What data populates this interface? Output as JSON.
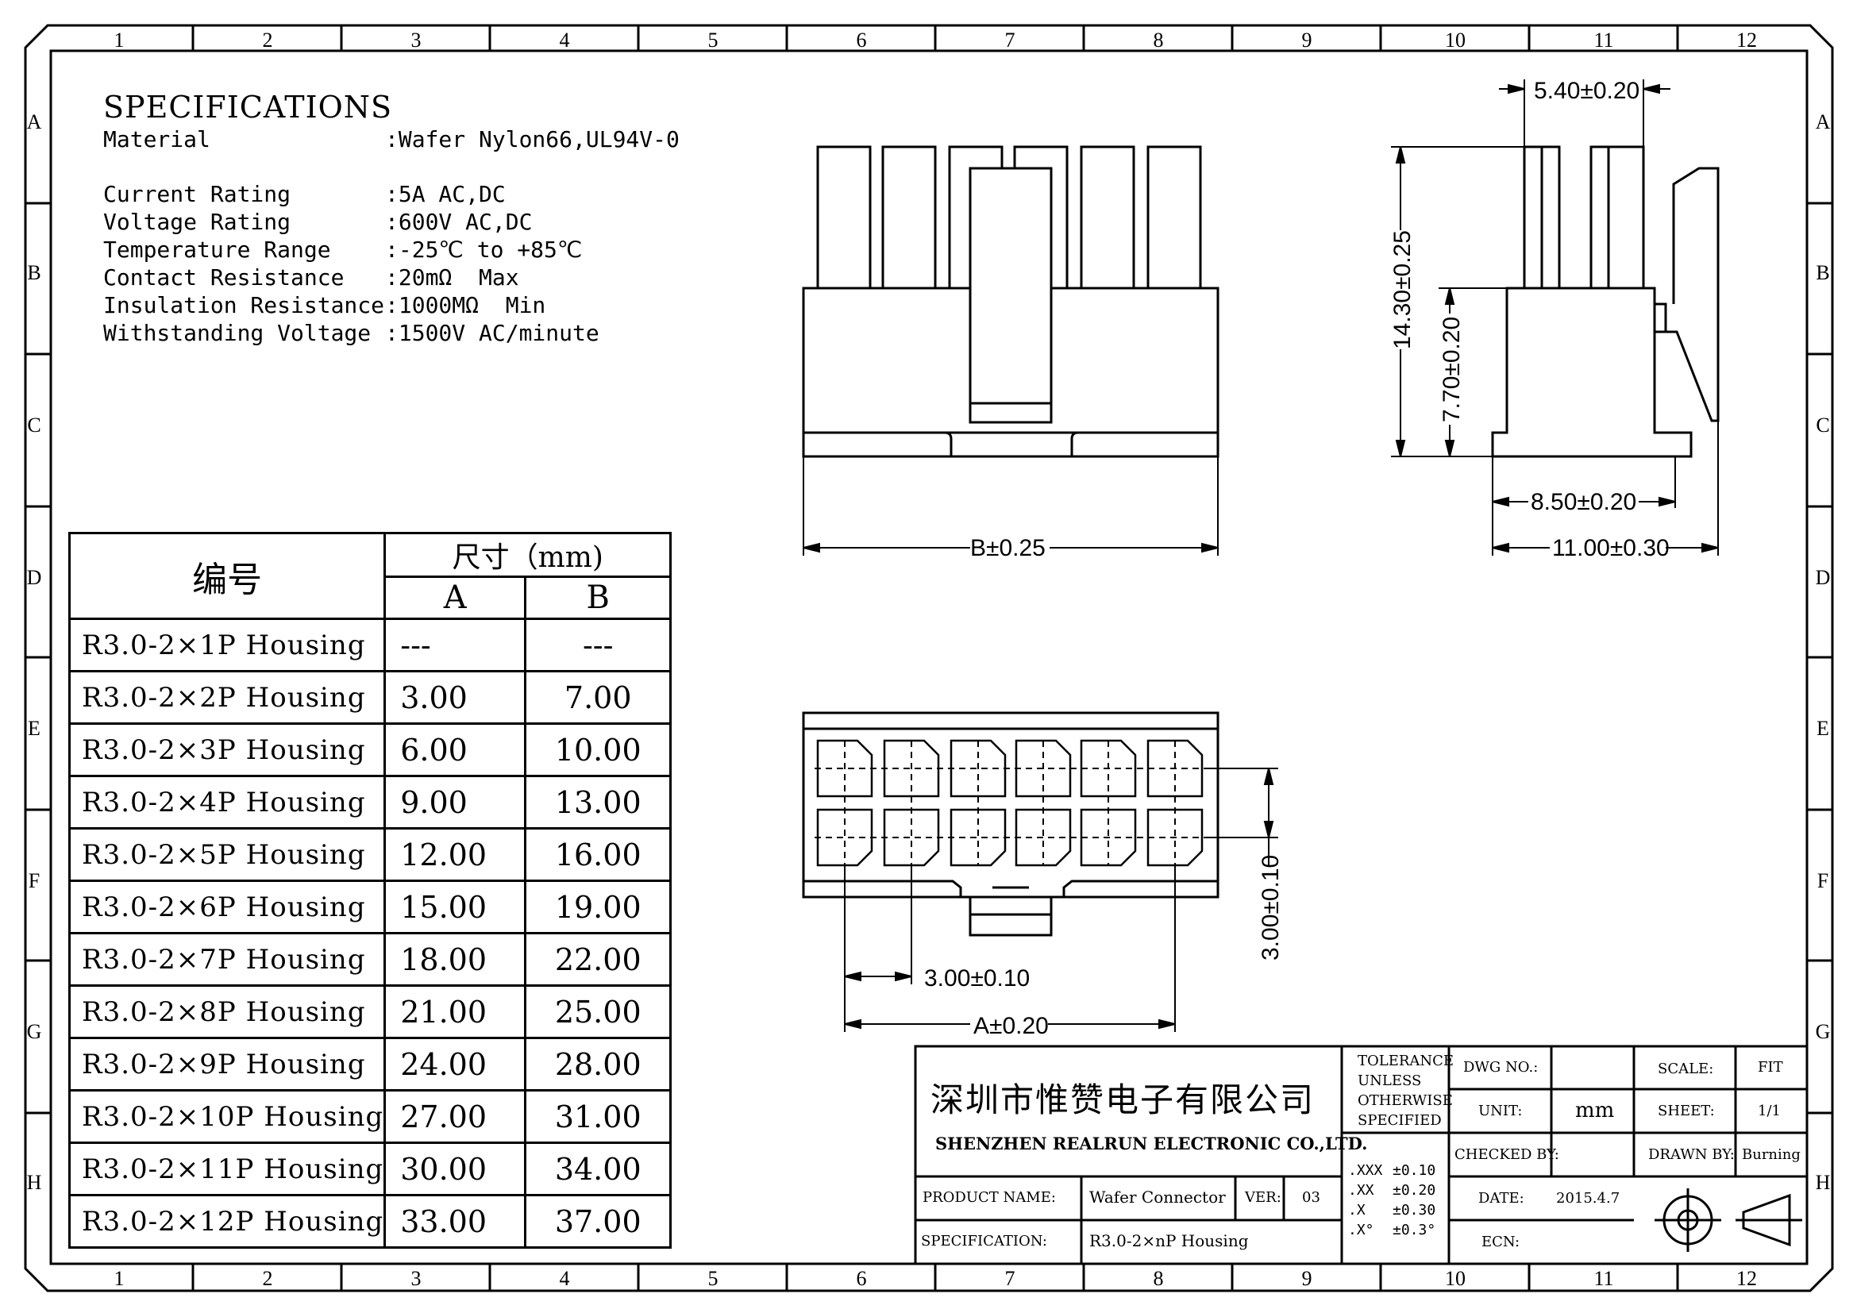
{
  "frame": {
    "columns": [
      "1",
      "2",
      "3",
      "4",
      "5",
      "6",
      "7",
      "8",
      "9",
      "10",
      "11",
      "12"
    ],
    "rows": [
      "A",
      "B",
      "C",
      "D",
      "E",
      "F",
      "G",
      "H"
    ]
  },
  "specifications": {
    "title": "SPECIFICATIONS",
    "material": {
      "label": "Material",
      "value": ":Wafer Nylon66,UL94V-0"
    },
    "ratings": [
      {
        "label": "Current Rating",
        "value": ":5A AC,DC"
      },
      {
        "label": "Voltage Rating",
        "value": ":600V AC,DC"
      },
      {
        "label": "Temperature Range",
        "value": ":-25℃ to +85℃"
      },
      {
        "label": "Contact Resistance",
        "value": ":20mΩ  Max"
      },
      {
        "label": "Insulation Resistance",
        "value": ":1000MΩ  Min"
      },
      {
        "label": "Withstanding Voltage",
        "value": ":1500V AC/minute"
      }
    ]
  },
  "dimension_table": {
    "header_number": "编号",
    "header_size": "尺寸（mm)",
    "header_a": "A",
    "header_b": "B",
    "rows": [
      {
        "name": "R3.0-2×1P Housing",
        "a": "---",
        "b": "---"
      },
      {
        "name": "R3.0-2×2P Housing",
        "a": "3.00",
        "b": "7.00"
      },
      {
        "name": "R3.0-2×3P Housing",
        "a": "6.00",
        "b": "10.00"
      },
      {
        "name": "R3.0-2×4P Housing",
        "a": "9.00",
        "b": "13.00"
      },
      {
        "name": "R3.0-2×5P Housing",
        "a": "12.00",
        "b": "16.00"
      },
      {
        "name": "R3.0-2×6P Housing",
        "a": "15.00",
        "b": "19.00"
      },
      {
        "name": "R3.0-2×7P Housing",
        "a": "18.00",
        "b": "22.00"
      },
      {
        "name": "R3.0-2×8P Housing",
        "a": "21.00",
        "b": "25.00"
      },
      {
        "name": "R3.0-2×9P Housing",
        "a": "24.00",
        "b": "28.00"
      },
      {
        "name": "R3.0-2×10P Housing",
        "a": "27.00",
        "b": "31.00"
      },
      {
        "name": "R3.0-2×11P Housing",
        "a": "30.00",
        "b": "34.00"
      },
      {
        "name": "R3.0-2×12P Housing",
        "a": "33.00",
        "b": "37.00"
      }
    ]
  },
  "dimensions": {
    "front_width": "B±0.25",
    "side_top_width": "5.40±0.20",
    "side_height_total": "14.30±0.25",
    "side_height_body": "7.70±0.20",
    "side_width_inner": "8.50±0.20",
    "side_width_outer": "11.00±0.30",
    "row_pitch": "3.00±0.10",
    "pin_pitch": "3.00±0.10",
    "span_a": "A±0.20"
  },
  "title_block": {
    "company_cn": "深圳市惟赞电子有限公司",
    "company_en": "SHENZHEN REALRUN ELECTRONIC CO.,LTD.",
    "tolerance_lines": [
      "TOLERANCE",
      "UNLESS",
      "OTHERWISE",
      "SPECIFIED"
    ],
    "tolerances": [
      {
        "k": ".XXX",
        "v": "±0.10"
      },
      {
        "k": ".XX",
        "v": "±0.20"
      },
      {
        "k": ".X",
        "v": "±0.30"
      },
      {
        "k": ".X°",
        "v": "±0.3°"
      }
    ],
    "dwg_no_label": "DWG NO.:",
    "unit_label": "UNIT:",
    "unit_value": "mm",
    "checked_by_label": "CHECKED BY:",
    "date_label": "DATE:",
    "date_value": "2015.4.7",
    "ecn_label": "ECN:",
    "scale_label": "SCALE:",
    "scale_value": "FIT",
    "sheet_label": "SHEET:",
    "sheet_value": "1/1",
    "drawn_by_label": "DRAWN BY:",
    "drawn_by_value": "Burning",
    "product_name_label": "PRODUCT NAME:",
    "product_name_value": "Wafer Connector",
    "ver_label": "VER:",
    "ver_value": "03",
    "spec_label": "SPECIFICATION:",
    "spec_value": "R3.0-2×nP Housing"
  }
}
